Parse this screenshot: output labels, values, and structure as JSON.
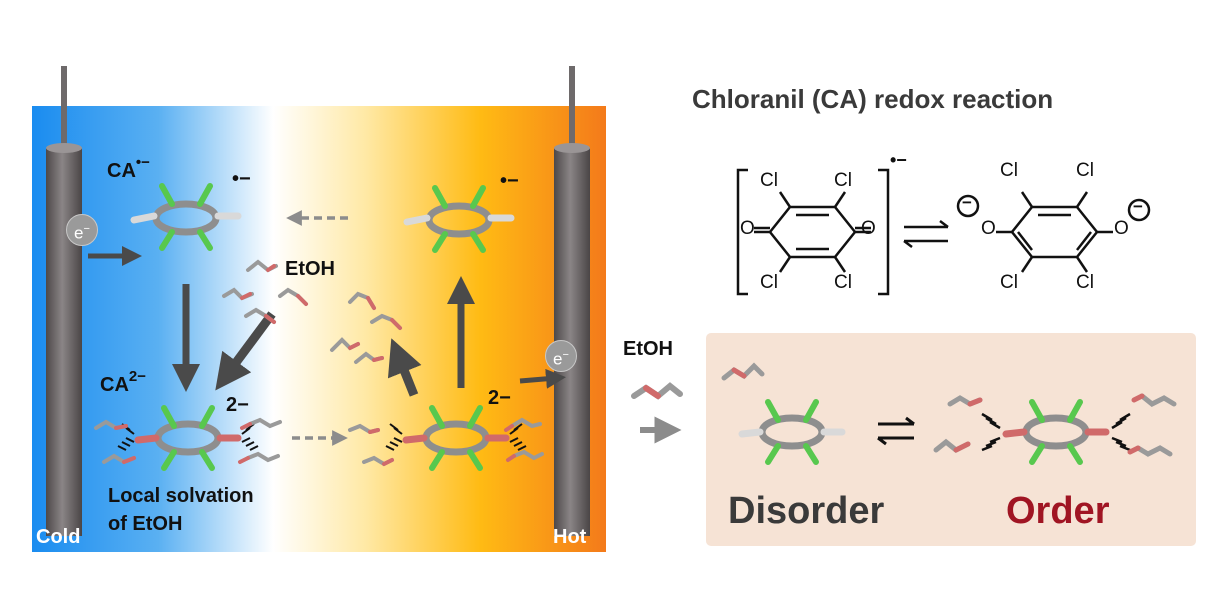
{
  "title": "Chloranil (CA) redox reaction",
  "cell": {
    "cold_label": "Cold",
    "hot_label": "Hot",
    "electron_label": "e",
    "electron_sup": "−",
    "radical_species_label": "CA",
    "radical_species_sup": "•−",
    "dianion_species_label": "CA",
    "dianion_species_sup": "2−",
    "radical_charge": "•−",
    "dianion_charge": "2−",
    "solvent_label": "EtOH",
    "caption_line1": "Local solvation",
    "caption_line2": "of EtOH"
  },
  "equation": {
    "cl": "Cl",
    "o": "O",
    "radical_charge": "•−",
    "minus": "−"
  },
  "ordering_panel": {
    "solvent_label": "EtOH",
    "disorder_label": "Disorder",
    "order_label": "Order"
  },
  "colors": {
    "cold": "#1a8cf0",
    "hot": "#f4851c",
    "electrode": "#6e6a6b",
    "arrow": "#4a4a4a",
    "dashed_arrow": "#8c8c8c",
    "panel": "#f6e3d5",
    "order_text": "#a01523",
    "disorder_text": "#3a3a3a",
    "chlorine": "#58c84e",
    "oxygen": "#d46a6a",
    "carbon": "#9b9b9b"
  }
}
